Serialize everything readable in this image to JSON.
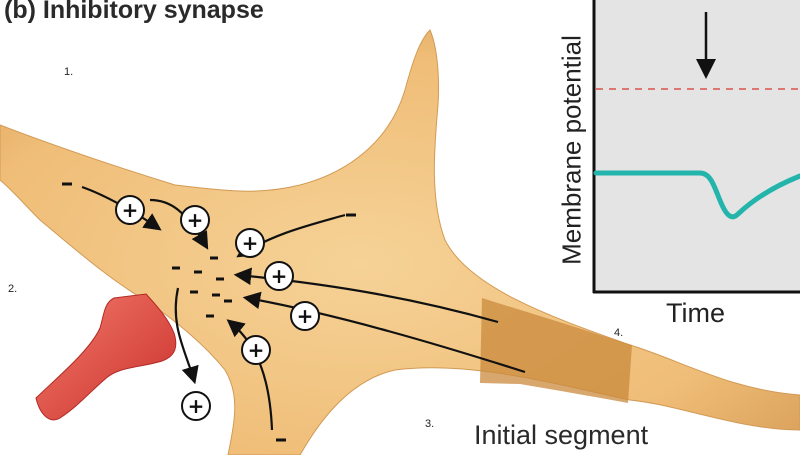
{
  "title": "(b) Inhibitory synapse",
  "markers": {
    "m1": "1.",
    "m2": "2.",
    "m3": "3.",
    "m4": "4."
  },
  "labels": {
    "initial_segment": "Initial segment"
  },
  "graph": {
    "ylabel": "Membrane potential",
    "xlabel": "Time"
  },
  "ions": {
    "plus": "+",
    "minus": "–"
  },
  "colors": {
    "neuron": "#f0c27e",
    "neuron_dark": "#c78a3e",
    "terminal": "#e8504a",
    "trace": "#23b5ab",
    "threshold": "#d9534f",
    "graph_bg": "#e4e4e4"
  }
}
